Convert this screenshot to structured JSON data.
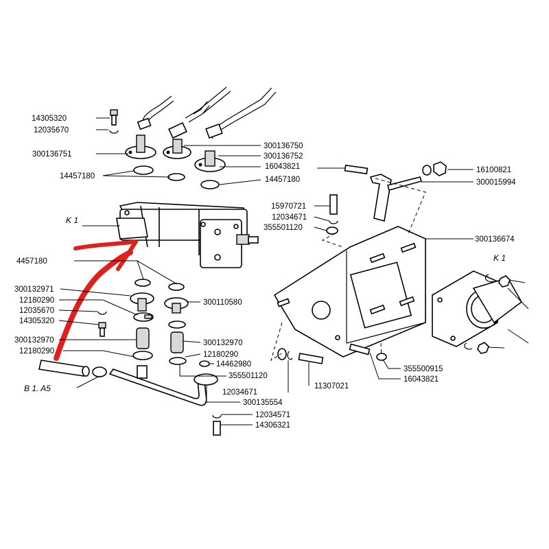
{
  "diagram": {
    "labels": {
      "l14305320_a": "14305320",
      "l12035670_a": "12035670",
      "l300136751": "300136751",
      "l14457180_a": "14457180",
      "l300136750": "300136750",
      "l300136752": "300136752",
      "l16043821_a": "16043821",
      "l14457180_b": "14457180",
      "l16100821": "16100821",
      "l300015994": "300015994",
      "lK1_left": "K 1",
      "l15970721": "15970721",
      "l12034671_a": "12034671",
      "l355501120_a": "355501120",
      "l300136674": "300136674",
      "l4457180": "4457180",
      "lK1_right": "K 1",
      "l300132971": "300132971",
      "l12180290_a": "12180290",
      "l12035670_b": "12035670",
      "l14305320_b": "14305320",
      "l300110580": "300110580",
      "l300132970_a": "300132970",
      "l12180290_b": "12180290",
      "l300132970_b": "300132970",
      "l12180290_c": "12180290",
      "l14462980": "14462980",
      "l355501120_b": "355501120",
      "lB1A5": "B 1. A5",
      "l355500915": "355500915",
      "l16043821_b": "16043821",
      "l11307021": "11307021",
      "l12034671_b": "12034671",
      "l300135554": "300135554",
      "l12034571": "12034571",
      "l14306321": "14306321"
    },
    "colors": {
      "ink": "#000000",
      "arrow": "#e0201c",
      "shade": "#d8d8d8"
    }
  }
}
